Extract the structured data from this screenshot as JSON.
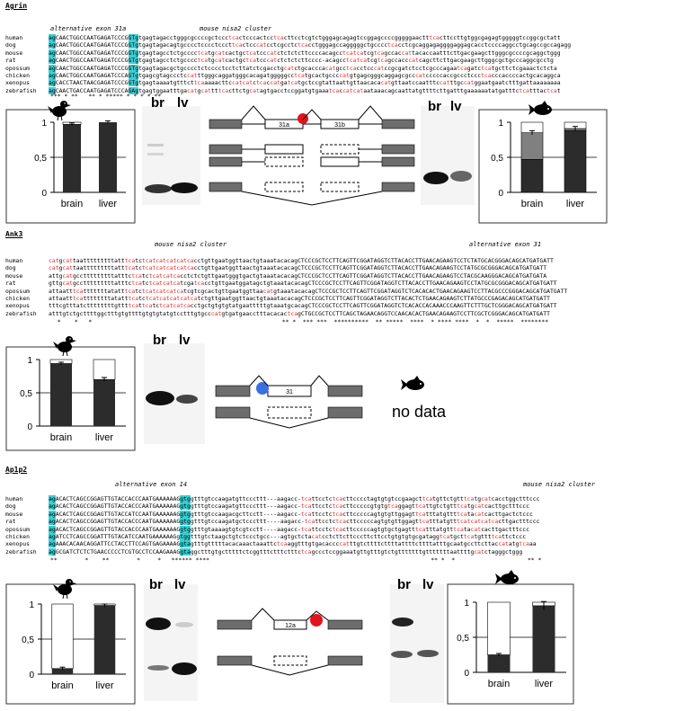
{
  "agrin": {
    "gene": "Agrin",
    "note_left": "alternative exon 31a",
    "note_right": "mouse nisa2 cluster",
    "species": [
      "human",
      "dog",
      "mouse",
      "rat",
      "opossum",
      "chicken",
      "xenopus",
      "zebrafish"
    ],
    "seqs": [
      "agCAACTGGCCAATGAGATCCCGGTgtgagtagacctgggcgccccgctccctcactcccactcctcacttcctcgtctgggagcagagtccggagccccgggggaactttcacttccttgtggcgagagtgggggtccggcgctatt",
      "agCAACTGGCCAATGAGATCCCGGTgtgagtagacagtgcccctcccctcccttcactcccatcctcgcctctcacctgggagccagggggctgcccctcacctcgcaggagaggggaggagcacctccccaggcctgcagccgccagagg",
      "agCAACTGGCCAATGAGATCCCGGTgtgagtagcctctgcccctcatgcatcactgctcatcccatctctctcttccccacagcctcatcatcgtcagccaccattacaccaatttcttgacgaagcttgggcgccccgcaggctggg",
      "agCAACTGGCCAATGAGATCCCGGTgtgagtagcctctgcccctcatgcatcactgctcatcccatctctctcttcccc-acagcctcatcatcgtcagccacccatcagcttcttgacgaagcttgggcgctgcccaggcgcctg",
      "agCAACTGGCCAATGAGATCCCGGTgtgagtagacgctgcccctctcccctcctcttatctcgacctgcatctgcacccacatgcctcacctcccatccgcgatctcctcgcccagaatcagatctcatgcttctcgaaactctcta",
      "agCAACTGGCCAATGAGATCCCAGTgtgagcgtagccctccatttgggcaggatgggcacagatgggggcctcatgcactgccccatgtgagcgggcaggagcgcccatcccccaccgccctccctcacccaccccactgcacaggca",
      "agCACCTAACTAACGAGATCCCGGTgtgagtaaaatgtttcttcaaaaacttccatcatctcaccatgatcatgctccgtattaattgttaacacacatgttaatccaatttccatttgccatggaatgaatctttgattaaaaaaaa",
      "agCAACTGACCAATGAGATCCCAGAgtgagtggaatttgacatgcattttcacttctgcatagtgacctccggatgtgaaatcaccatcataataaacagcaattatgttttcttgatttgaaaaaatatgatttctcatttactcat"
    ],
    "cons": "*** * **   ** * ***** * * * * **",
    "bird": {
      "categories": [
        "brain",
        "liver"
      ],
      "values": [
        0.97,
        1.0
      ],
      "err": [
        0.01,
        0.0
      ],
      "yticks": [
        "0",
        "0,5",
        "1"
      ]
    },
    "fish": {
      "categories": [
        "brain",
        "liver"
      ],
      "series": [
        {
          "name": "",
          "values": [
            0.47,
            0.88
          ]
        },
        {
          "name": "",
          "values": [
            0.38,
            0.03
          ]
        }
      ],
      "err": [
        0.03,
        0.03
      ],
      "yticks": [
        "0",
        "0,5",
        "1"
      ]
    },
    "gel_left": [
      "br",
      "lv"
    ],
    "gel_right": [
      "br",
      "lv"
    ],
    "exon_a": "31a",
    "exon_b": "31b"
  },
  "ank3": {
    "gene": "Ank3",
    "note_left": "mouse nisa2 cluster",
    "note_right": "alternative exon 31",
    "species": [
      "human",
      "dog",
      "mouse",
      "rat",
      "opossum",
      "chicken",
      "xenopus",
      "zebrafish"
    ],
    "seqs": [
      "catgcattaatttttttttatttcatctcatcatcatcatcacctgttgaatggttaactgtaaatacacagCTCCCGCTCCTTCAGTTCGGATAGGTCTTACACCTTGAACAGAAGTCCTCTATGCACGGGACAGCATGATGATT",
      "catgcattaatttttttttatttcatctcatcatcatcatcacctgttgaatggttaactgtaaatacacagCTCCCGCTCCTTCAGTTCGGATAGGTCTTACACCTTGAACAGAAGTCCTATGCGCGGGACAGCATGATGATT",
      "attgcatgcctttttttttatttctcatctcatcatcacctctctgttgaatgggtgactgtaaatacacagCTCCCGCTCCTTCAGTTCGGATAGGTCTTACACCTTGAACAGAAGTCCTACGCAAGGGACAGCATGATGATA",
      "gttgcatgcctttttttttatttctcatctcatcatcatcgatcacctgttgaatggatagctgtaaatacacagCTCCCGCTCCTTCAGTTCGGATAGGTCTTACACCTTGAACAGAAGTCCTATGCGCGGGACAGCATGATGATT",
      "attaatttcatttttttatatttcatctcatcatcatcatcgtcgcactgttgaatggttaacatgtaaatacacagCTCCCGCTCCTTCAGTTCGGATAGGTCTCACACACTGAACAGAAGTCCTTACGCCCGGGACAGCATGATGATT",
      "attaatttcattttttttatatttcatctcatcatcatcatcatctgttgaatggttaactgtaaatacacagCTCCCGCTCCTTCAGTTCGGATAGGTCTTACACTCTGAACAGAAGTCTTATGCCCGAGACAGCATGATGATT",
      "tttcgtttatcttttttttgttttcattcatctcatcatcacctgctgtgtgtatgaatttttgtaaatgcacagCTCCCGCTCCTTCAGTTCGGATAGGTCTCACACCACAAACCCAAGTTCTTTGCTCGGGACAGCATGATGATT",
      "atttgtctgcttttggctttgtgttttgtgtgtatgtcctttgtgcccatgtgatgaacctttacacactcagCTGCCGCTCCTTCAGCTAGAACAGGTCCAACACACTGAACAGAAGTCCTTCGCTCGGGACAGCATGATGATT"
    ],
    "cons": "  *    *   *                                                       ** *  *** ***  **********  ** *****  ****  * **** ****  *  *  *****  ********",
    "bird": {
      "categories": [
        "brain",
        "liver"
      ],
      "values": [
        0.94,
        0.7
      ],
      "err": [
        0.02,
        0.03
      ],
      "yticks": [
        "0",
        "0,5",
        "1"
      ]
    },
    "gel": [
      "br",
      "lv"
    ],
    "exon": "31",
    "no_data": "no data"
  },
  "ap1p2": {
    "gene": "Ap1p2",
    "note_left": "alternative exon 14",
    "note_right": "mouse nisa2 cluster",
    "species": [
      "human",
      "dog",
      "mouse",
      "rat",
      "opossum",
      "chicken",
      "xenopus",
      "zebrafish"
    ],
    "seqs": [
      "agACACTCAGCCGGAGTTGTACCACCCAATGAAAAAAGgtggtttgtccaagatgttcccttt---aagacc-tcattcctctcacttcccctagtgtgtccgaagcttcatgttctgtttcatgcatcacctggctttccc",
      "agACACTCAGCCGGAGTTGTACCACCCAATGAAAAAAGgtggtttgtccaagatgttcccttt---aagacc-tcattcctctcacttcccccgtgtgtcaggagttcattgtctgtttcatgcatcacttgctttccc",
      "agACACTCAGCCGGAGTTGTACCATCCAATGAAAAAAGgtggtttgtccaagacgcttcctt----aagacc-tcattcctctcacttcccccagtgtgttggagttcatttatgttttcatacatcacttgactctccc",
      "agACACTCAGCCGGAGTTGTACCACCCAATGAAAAAAGgtggtttgtccaagatgctcccttt----aagacc-tcattcctctcacttcccccagtgtgttggagttcatttatgtttcatcatcatcacttgactttccc",
      "agACACTCAGCCGGAGTTGTACCACCCAATGAAAAAAGgtggtttgtaaaagtgtcgtcctt----aagacc-tcattcctctcacttcccccagtgtgctgagtttcatttatgtttcatacatcacttgactttccc",
      "agATCCTCAGCCGGATTTGTACATCCAATGAAAAAAGgtggtttgtctaagctgtctccctgcc---agtgctctacatcctcttcttcccttcttcctgtgtgtgcgataggtcatgcttcatgttttcattctccc",
      "agAAACACAACAGGATTCCTACCTTCCAGTGAGAAAAGgtagtttgtttttacacaaactaaattctcaaggtttgtgacaccccatttgtcttttcttttattttcttttatttgcaatgccttcttaccatatgtcaaa",
      "agGCGATCTCTCTGAACCCCCTCGTGCCTCCAAGAAAGgtaggctttgtgctttttctcggtttctttctttctcagccctccggaaatgttgtttgtctgtttttttgtttttttaattttgcatctagggctggg"
    ],
    "cons": "**        *    **        *     *   ****** ****                                                                ** *  *                     ** *",
    "bird": {
      "categories": [
        "brain",
        "liver"
      ],
      "values": [
        0.08,
        0.98
      ],
      "err": [
        0.02,
        0.02
      ],
      "yticks": [
        "0",
        "0,5",
        "1"
      ]
    },
    "fish": {
      "categories": [
        "brain",
        "liver"
      ],
      "values": [
        0.25,
        0.95
      ],
      "err": [
        0.01,
        0.06
      ],
      "yticks": [
        "0",
        "0,5",
        "1"
      ]
    },
    "gel_left": [
      "br",
      "lv"
    ],
    "gel_right": [
      "br",
      "lv"
    ],
    "exon": "12a"
  },
  "colors": {
    "red_text": "#d33",
    "highlight": "#38d0d6",
    "grey_box": "#c9c9c9",
    "bar_dark": "#2c2c2c",
    "bar_mid": "#808080",
    "exon_grey": "#6d6d6d",
    "red_dot": "#e0141a",
    "blue_dot": "#3a6fe0"
  },
  "icons": [
    "bird-icon",
    "fish-icon"
  ]
}
